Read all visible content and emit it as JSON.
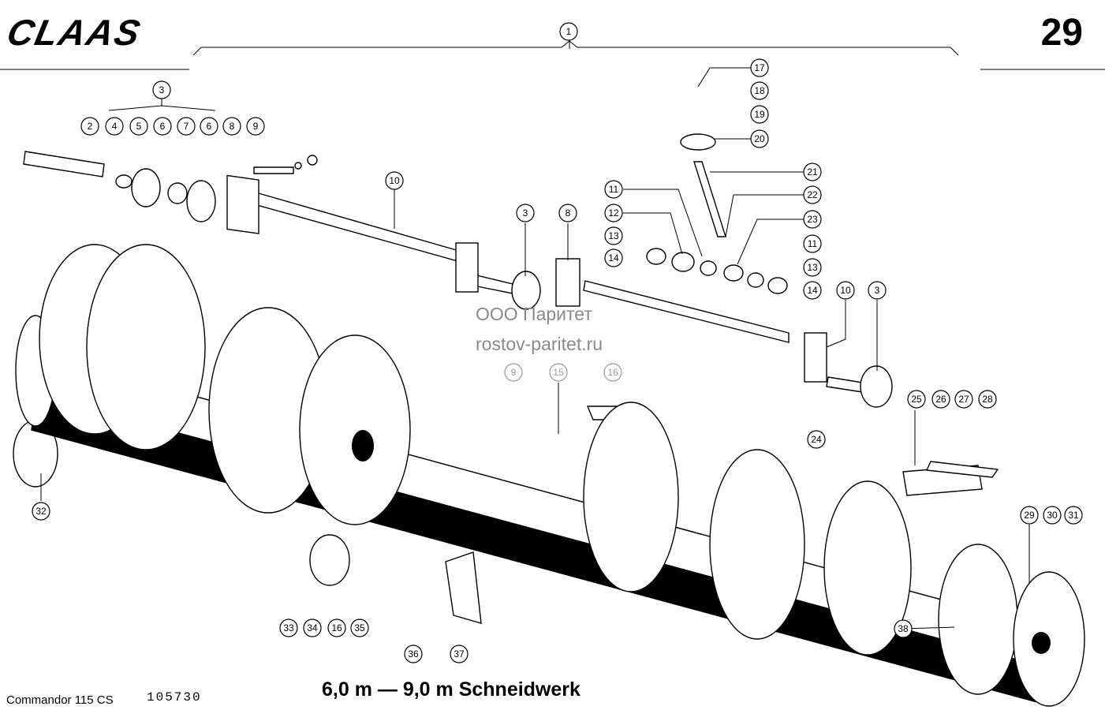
{
  "header": {
    "brand": "CLAAS",
    "page_number": "29"
  },
  "watermark": {
    "line1": "ООО Паритет",
    "line2": "rostov-paritet.ru"
  },
  "footer": {
    "model": "Commandor 115 CS",
    "doc_number": "105730",
    "caption": "6,0 m — 9,0 m Schneidwerk"
  },
  "callouts": [
    {
      "label": "1"
    },
    {
      "label": "3"
    },
    {
      "label": "2"
    },
    {
      "label": "4"
    },
    {
      "label": "5"
    },
    {
      "label": "6"
    },
    {
      "label": "7"
    },
    {
      "label": "6"
    },
    {
      "label": "8"
    },
    {
      "label": "9"
    },
    {
      "label": "10"
    },
    {
      "label": "3"
    },
    {
      "label": "8"
    },
    {
      "label": "17"
    },
    {
      "label": "18"
    },
    {
      "label": "19"
    },
    {
      "label": "20"
    },
    {
      "label": "21"
    },
    {
      "label": "22"
    },
    {
      "label": "23"
    },
    {
      "label": "11"
    },
    {
      "label": "12"
    },
    {
      "label": "13"
    },
    {
      "label": "14"
    },
    {
      "label": "11"
    },
    {
      "label": "13"
    },
    {
      "label": "14"
    },
    {
      "label": "10"
    },
    {
      "label": "3"
    },
    {
      "label": "9"
    },
    {
      "label": "15"
    },
    {
      "label": "16"
    },
    {
      "label": "24"
    },
    {
      "label": "25"
    },
    {
      "label": "26"
    },
    {
      "label": "27"
    },
    {
      "label": "28"
    },
    {
      "label": "32"
    },
    {
      "label": "29"
    },
    {
      "label": "30"
    },
    {
      "label": "31"
    },
    {
      "label": "33"
    },
    {
      "label": "34"
    },
    {
      "label": "16"
    },
    {
      "label": "35"
    },
    {
      "label": "36"
    },
    {
      "label": "37"
    },
    {
      "label": "38"
    }
  ]
}
